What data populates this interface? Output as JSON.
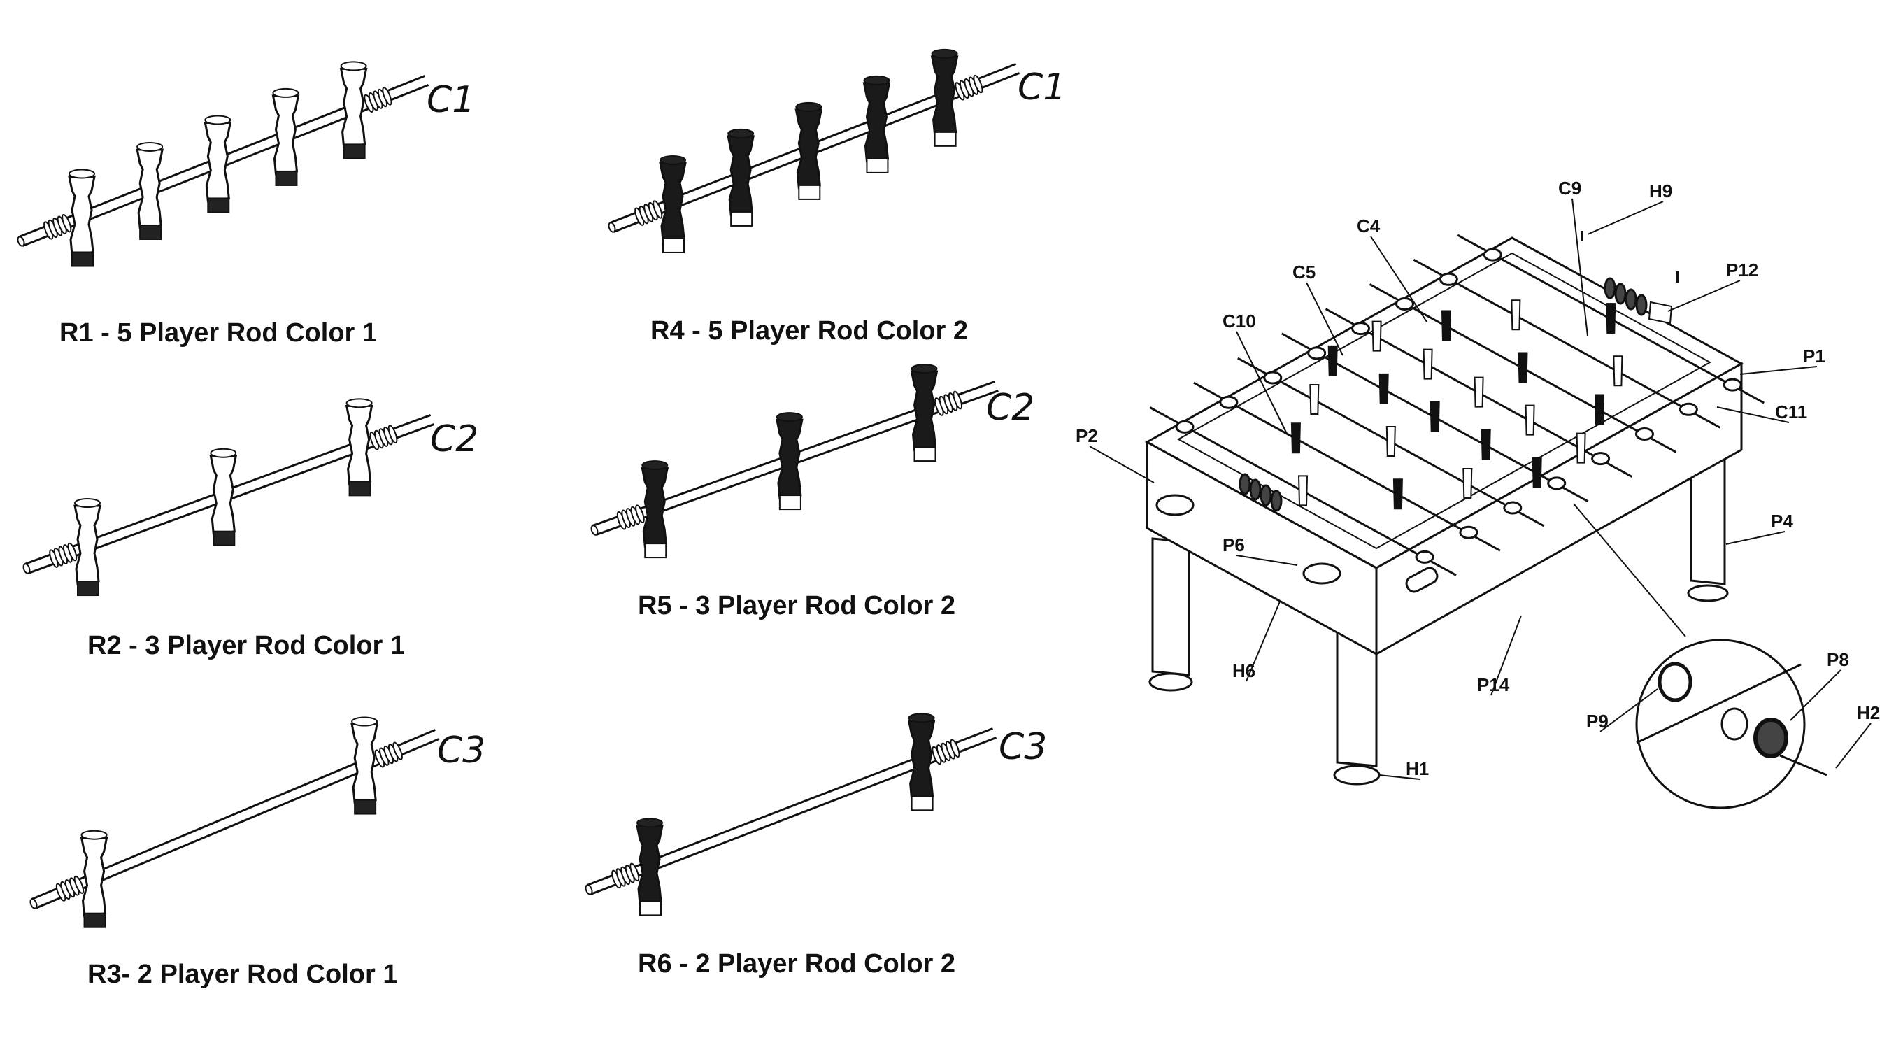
{
  "rods": [
    {
      "id": "R1",
      "caption": "R1 - 5 Player Rod Color 1",
      "end_code": "C1",
      "players": 5,
      "color": "light"
    },
    {
      "id": "R4",
      "caption": "R4 - 5 Player Rod Color 2",
      "end_code": "C1",
      "players": 5,
      "color": "dark"
    },
    {
      "id": "R2",
      "caption": "R2 - 3 Player Rod Color 1",
      "end_code": "C2",
      "players": 3,
      "color": "light"
    },
    {
      "id": "R5",
      "caption": "R5 - 3 Player Rod Color 2",
      "end_code": "C2",
      "players": 3,
      "color": "dark"
    },
    {
      "id": "R3",
      "caption": "R3- 2 Player Rod Color 1",
      "end_code": "C3",
      "players": 2,
      "color": "light"
    },
    {
      "id": "R6",
      "caption": "R6 - 2 Player Rod Color 2",
      "end_code": "C3",
      "players": 2,
      "color": "dark"
    }
  ],
  "table_labels": {
    "C9": "C9",
    "H9": "H9",
    "C4": "C4",
    "P12": "P12",
    "C5": "C5",
    "P1": "P1",
    "C10": "C10",
    "C11": "C11",
    "P2": "P2",
    "P4": "P4",
    "P6": "P6",
    "H6": "H6",
    "P14": "P14",
    "P8": "P8",
    "P9": "P9",
    "H2": "H2",
    "H1": "H1"
  },
  "colors": {
    "ink": "#111111",
    "light_player": "#ffffff",
    "dark_player": "#1a1a1a",
    "background": "#ffffff"
  }
}
